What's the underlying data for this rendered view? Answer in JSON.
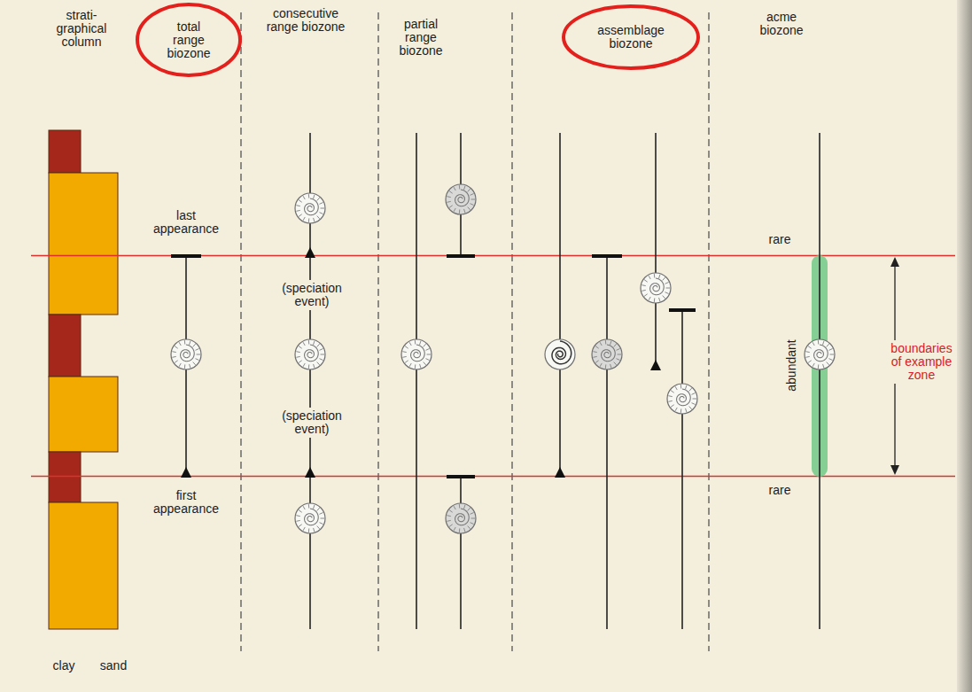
{
  "diagram": {
    "nodes": [
      {
        "text": [
          "total range biozone"
        ]
      },
      {
        "text": [
          "assemblage biozone"
        ]
      }
    ],
    "labels": [
      "strati- graphical column",
      "consecutive range biozone",
      "partial range biozone",
      "acme biozone",
      "last appearance",
      "(speciation event)",
      "(speciation event)",
      "first appearance",
      "rare",
      "abundant",
      "rare",
      "boundaries of example zone",
      "clay",
      "sand"
    ]
  }
}
